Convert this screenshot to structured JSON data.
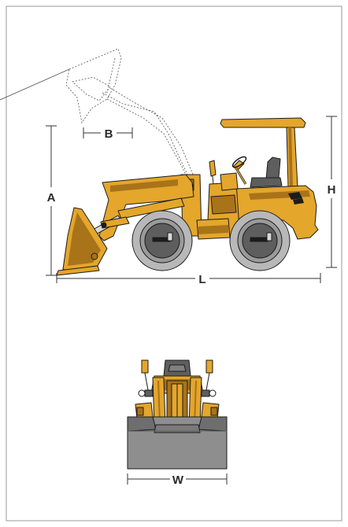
{
  "dimensions": {
    "A": "A",
    "B": "B",
    "H": "H",
    "L": "L",
    "W": "W"
  },
  "colors": {
    "body": "#E4A62B",
    "body_dark": "#A9731A",
    "tire": "#B8B8B8",
    "tire_dark": "#808080",
    "hub": "#5E5E5E",
    "outline": "#1C1C1C",
    "bucket_front": "#8E8E8E",
    "dim_line": "#333333",
    "frame": "#9A9A9A"
  }
}
